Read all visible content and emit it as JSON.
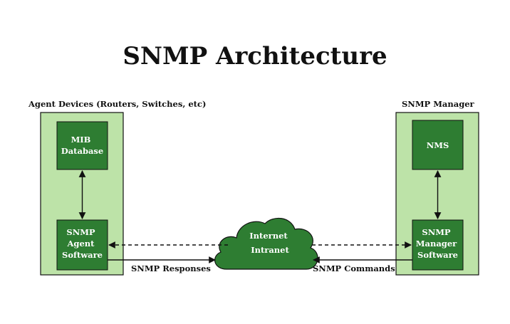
{
  "title": "SNMP Architecture",
  "agent_side": {
    "label": "Agent Devices (Routers, Switches, etc)",
    "mib_box": [
      "MIB",
      "Database"
    ],
    "agent_box": [
      "SNMP",
      "Agent",
      "Software"
    ]
  },
  "manager_side": {
    "label": "SNMP Manager",
    "nms_box": [
      "NMS"
    ],
    "manager_box": [
      "SNMP",
      "Manager",
      "Software"
    ]
  },
  "cloud": [
    "Internet",
    "Intranet"
  ],
  "arrows": {
    "responses_label": "SNMP Responses",
    "commands_label": "SNMP Commands"
  },
  "colors": {
    "panel_fill": "#bde3a8",
    "box_fill": "#2e7d32",
    "cloud_fill": "#2e7d32",
    "stroke": "#111111"
  }
}
